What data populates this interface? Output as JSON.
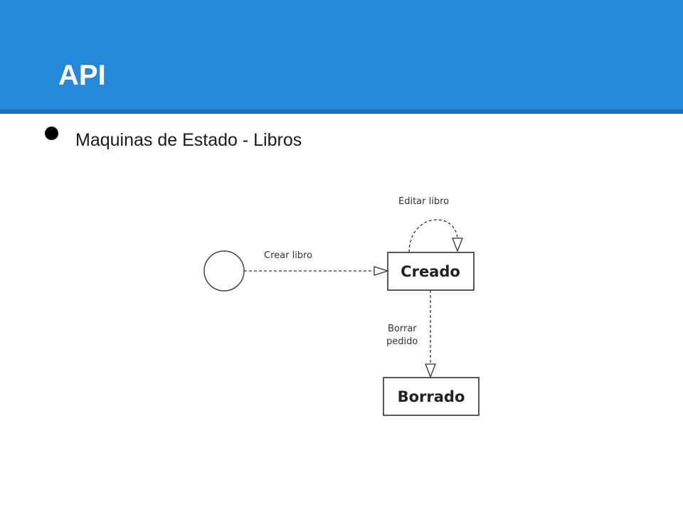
{
  "slide": {
    "title": "API",
    "bullet": "Maquinas de Estado - Libros"
  },
  "diagram": {
    "states": {
      "created": "Creado",
      "deleted": "Borrado"
    },
    "transitions": {
      "create_book": "Crear libro",
      "edit_book": "Editar libro",
      "delete_line1": "Borrar",
      "delete_line2": "pedido"
    }
  },
  "colors": {
    "header": "#2688d9",
    "header_rule": "#1f6fb5",
    "title_text": "#ffffff",
    "body_text": "#1a1a1a"
  }
}
